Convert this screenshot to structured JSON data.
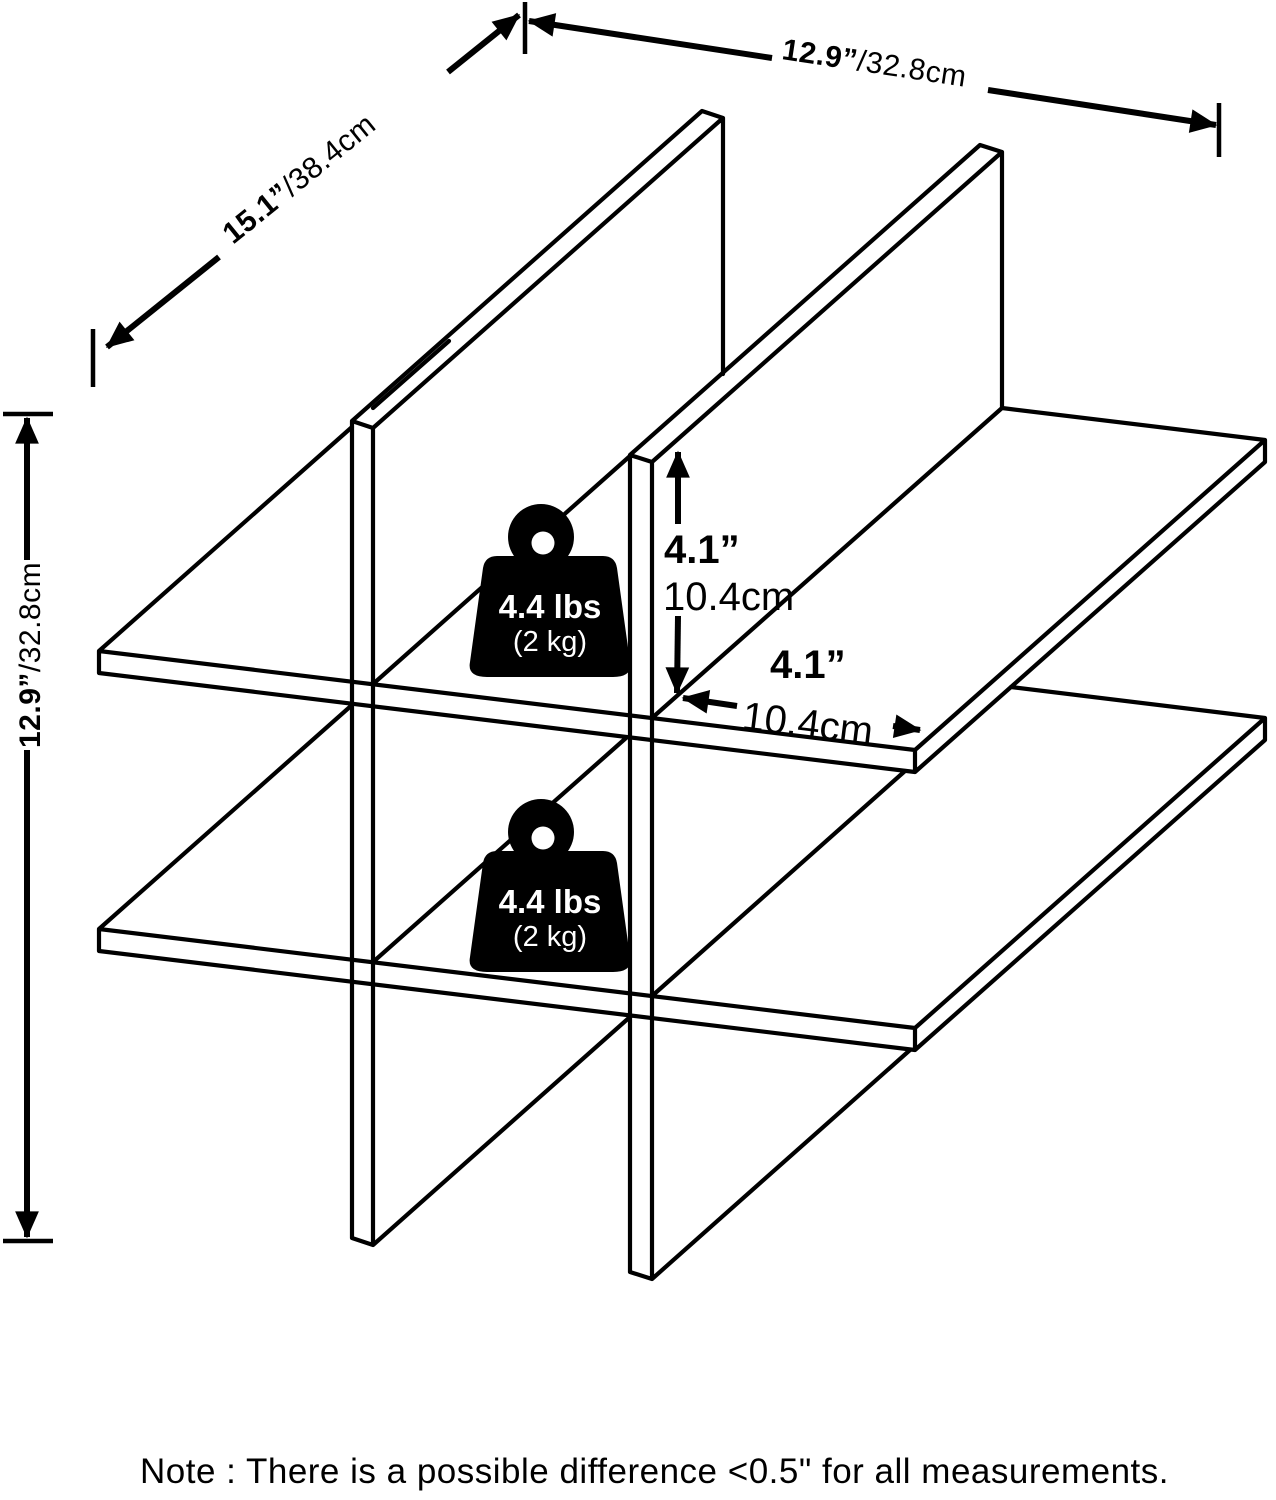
{
  "diagram": {
    "type": "furniture-dimension-diagram",
    "dimensions": {
      "width": {
        "inches": "12.9”",
        "cm": "/32.8cm"
      },
      "depth": {
        "inches": "15.1”",
        "cm": "/38.4cm"
      },
      "height": {
        "inches": "12.9”",
        "cm": "/32.8cm"
      },
      "cubby_height": {
        "inches": "4.1”",
        "cm": "10.4cm"
      },
      "cubby_width": {
        "inches": "4.1”",
        "cm": "10.4cm"
      }
    },
    "weight_badges": [
      {
        "lbs": "4.4 lbs",
        "kg": "(2 kg)"
      },
      {
        "lbs": "4.4 lbs",
        "kg": "(2 kg)"
      }
    ],
    "note": "Note : There is a possible difference <0.5\" for all measurements.",
    "colors": {
      "line_color": "#000000",
      "background": "#ffffff",
      "badge_color": "#000000",
      "badge_text_color": "#ffffff"
    }
  }
}
